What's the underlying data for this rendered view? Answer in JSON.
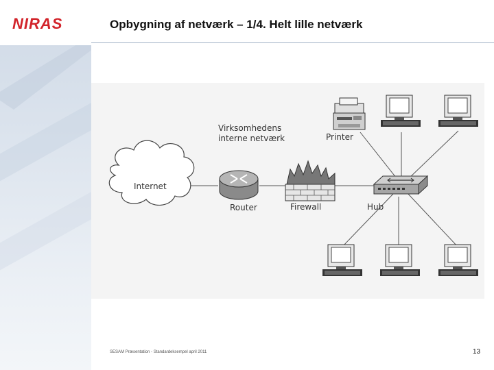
{
  "slide": {
    "title": "Opbygning af netværk – 1/4. Helt lille netværk",
    "footer": "SESAM Præsentation - Standardeksempel april 2011",
    "page_number": "13"
  },
  "logo": {
    "text": "NIRAS",
    "color": "#d2232a"
  },
  "diagram": {
    "labels": {
      "network_label_line1": "Virksomhedens",
      "network_label_line2": "interne netværk",
      "internet": "Internet",
      "router": "Router",
      "firewall": "Firewall",
      "hub": "Hub",
      "printer": "Printer"
    }
  }
}
